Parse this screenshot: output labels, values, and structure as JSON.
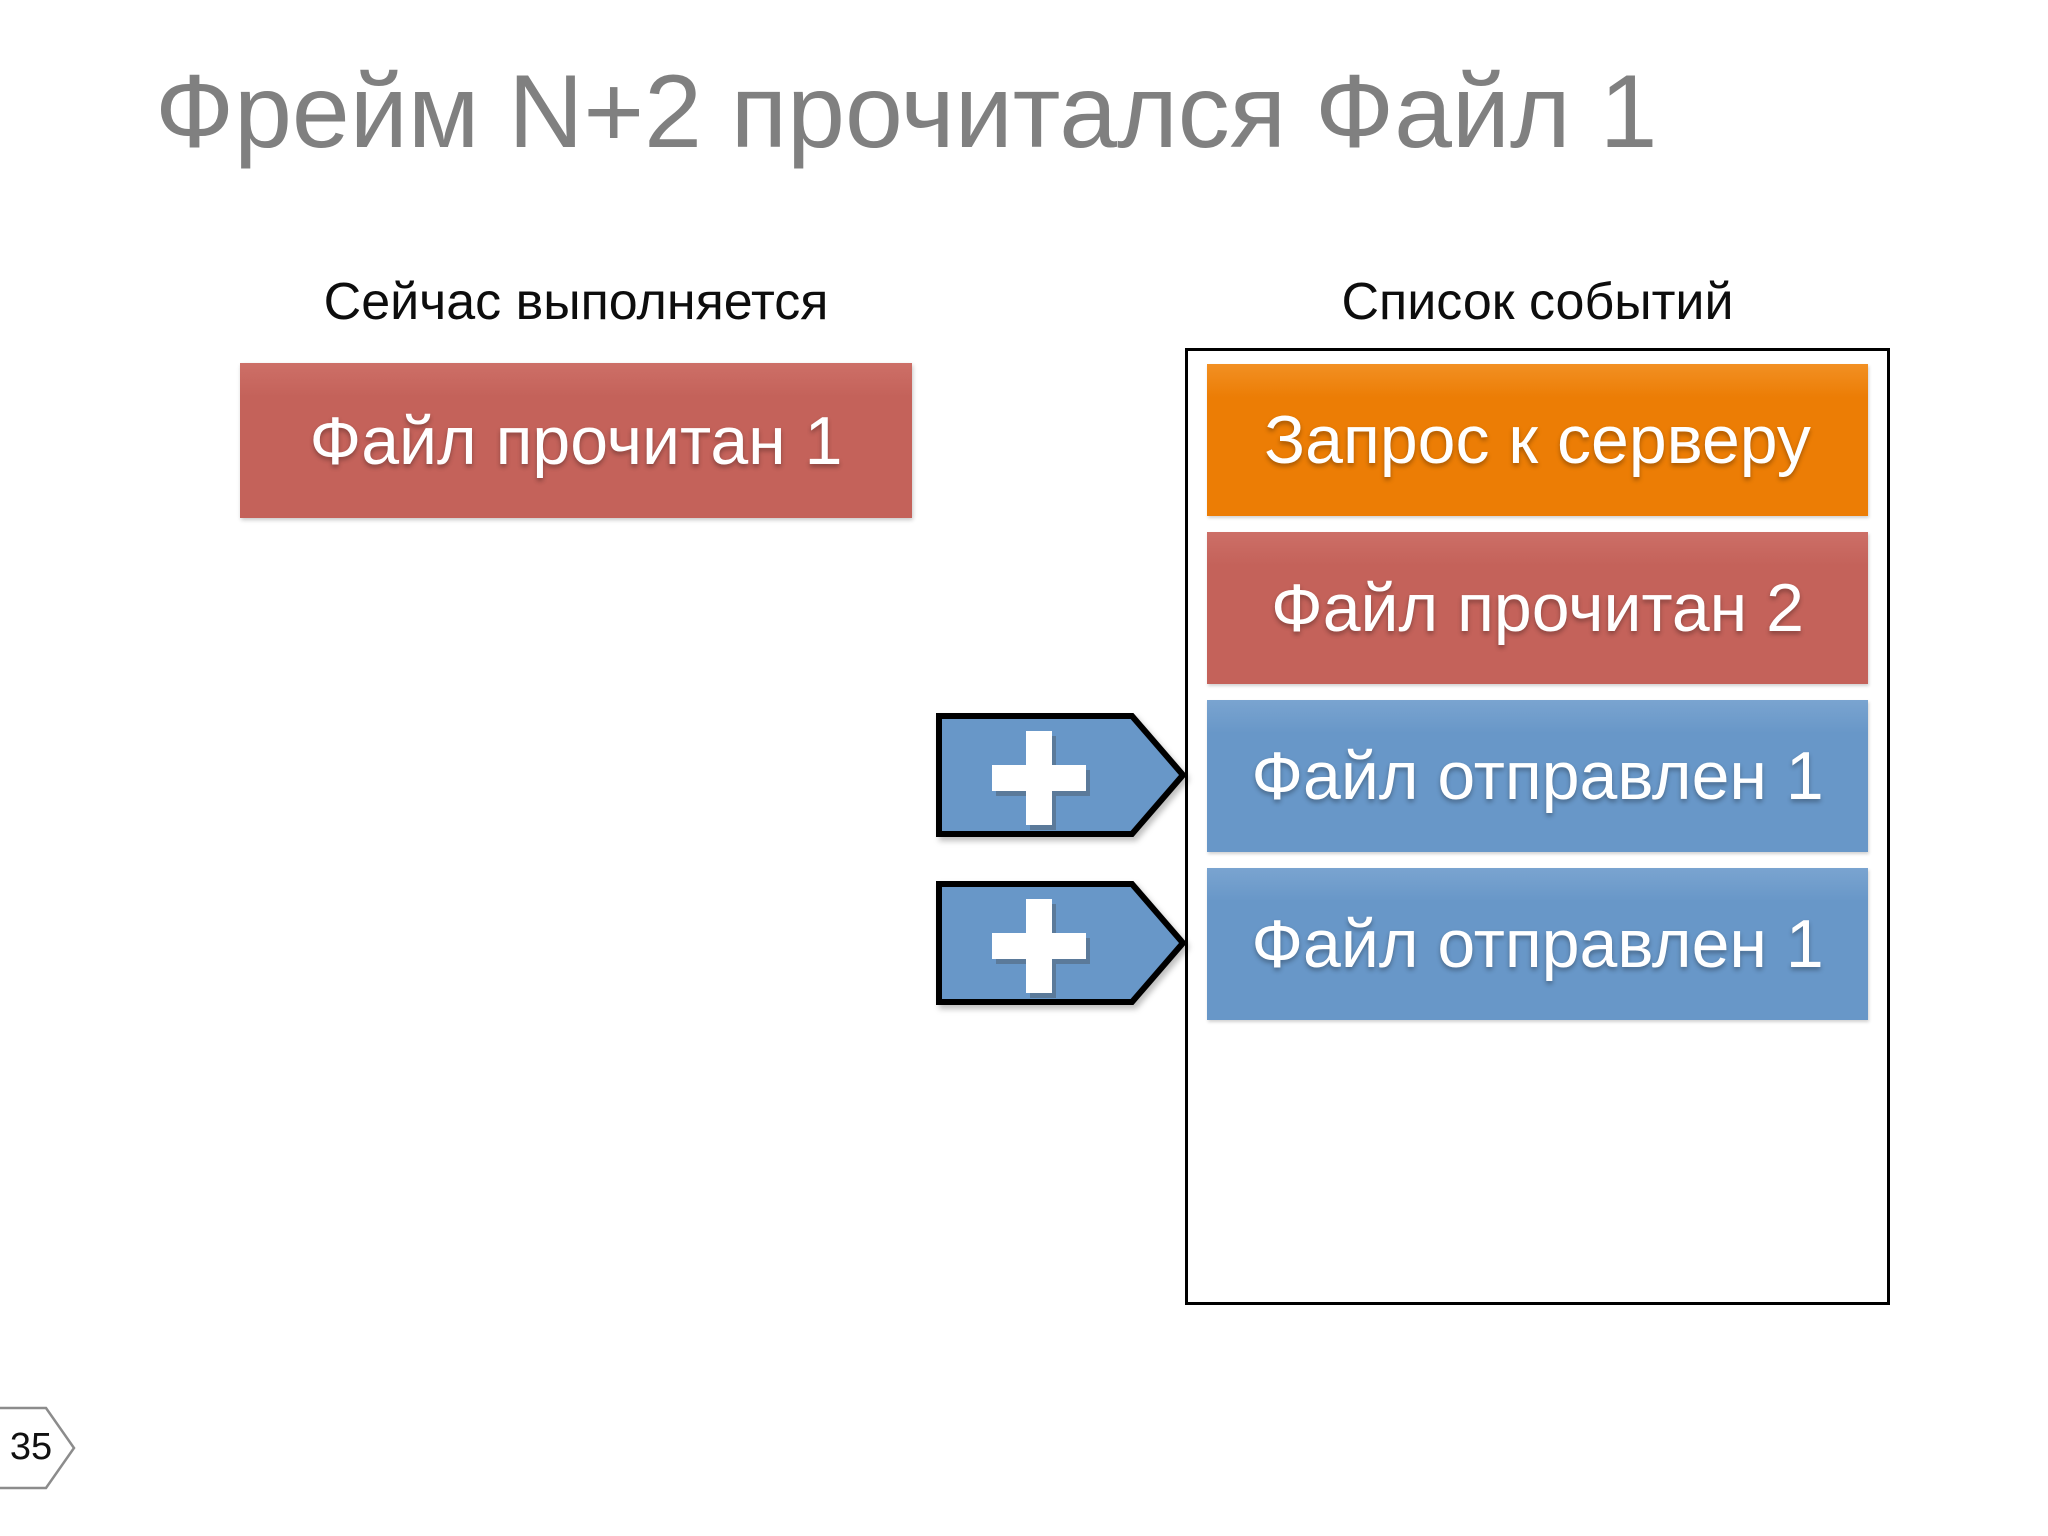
{
  "slide": {
    "title": "Фрейм N+2 прочитался Файл 1",
    "page_number": "35"
  },
  "current_column": {
    "header": "Сейчас выполняется",
    "task": "Файл прочитан 1"
  },
  "events_column": {
    "header": "Список событий",
    "items": [
      {
        "label": "Запрос к серверу",
        "color": "#EC7D05"
      },
      {
        "label": "Файл прочитан 2",
        "color": "#C4625A"
      },
      {
        "label": "Файл отправлен 1",
        "color": "#6897C8",
        "added": true
      },
      {
        "label": "Файл отправлен 1",
        "color": "#6897C8",
        "added": true
      }
    ]
  },
  "icons": {
    "add_event": "plus"
  },
  "colors": {
    "title_gray": "#808080",
    "file_read_red": "#C4625A",
    "server_request_orange": "#EC7D05",
    "file_sent_blue": "#6897C8",
    "queue_border": "#000000",
    "badge_border": "#8C8C8C"
  }
}
